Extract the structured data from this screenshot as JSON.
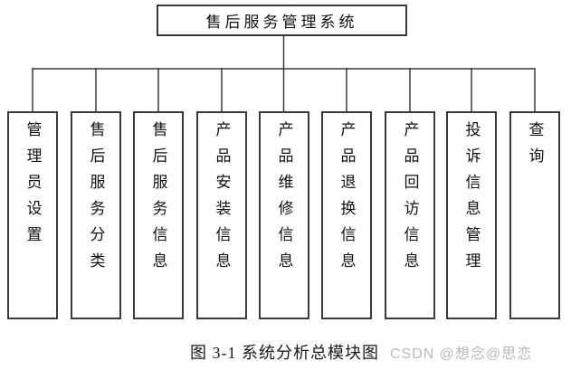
{
  "diagram": {
    "root": {
      "label": "售后服务管理系统"
    },
    "modules": [
      {
        "label": "管理员设置"
      },
      {
        "label": "售后服务分类"
      },
      {
        "label": "售后服务信息"
      },
      {
        "label": "产品安装信息"
      },
      {
        "label": "产品维修信息"
      },
      {
        "label": "产品退换信息"
      },
      {
        "label": "产品回访信息"
      },
      {
        "label": "投诉信息管理"
      },
      {
        "label": "查询"
      }
    ]
  },
  "caption": {
    "text": "图 3-1 系统分析总模块图"
  },
  "watermark": {
    "text": "CSDN @想念@思恋",
    "color": "#b5babd"
  },
  "colors": {
    "background": "#ffffff",
    "line": "#3a3a3a",
    "text": "#111111"
  }
}
